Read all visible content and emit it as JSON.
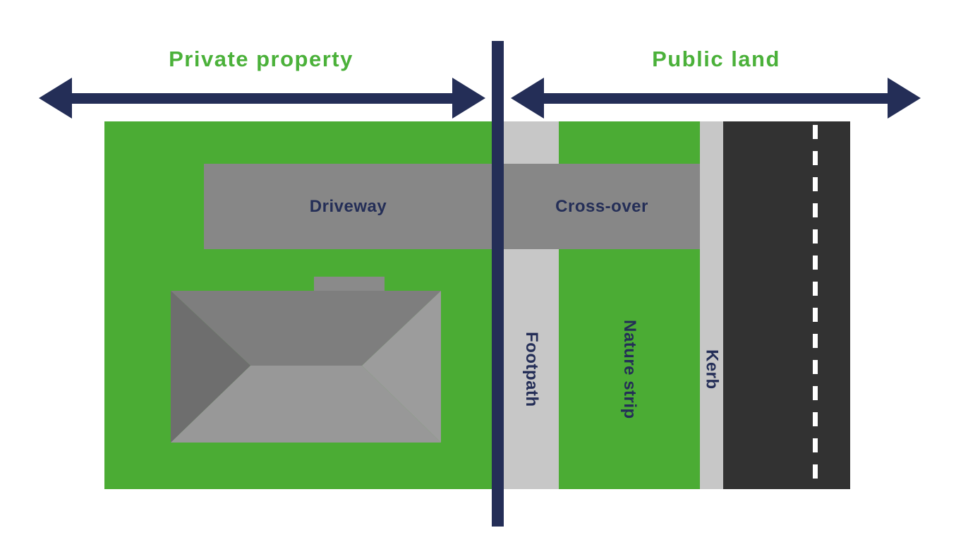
{
  "header": {
    "private_label": "Private property",
    "public_label": "Public land"
  },
  "zones": {
    "driveway": "Driveway",
    "crossover": "Cross-over",
    "footpath": "Footpath",
    "nature_strip": "Nature strip",
    "kerb": "Kerb"
  },
  "colors": {
    "green": "#4bac34",
    "label-green": "#4bb13a",
    "navy": "#242e57",
    "paved": "#878787",
    "pale": "#c7c7c7",
    "road": "#323232",
    "roof-top": "#7e7e7e",
    "roof-left": "#6e6e6e",
    "roof-bottom": "#989898",
    "roof-right": "#9c9c9c",
    "chimney": "#8a8a8a",
    "white": "#ffffff"
  }
}
